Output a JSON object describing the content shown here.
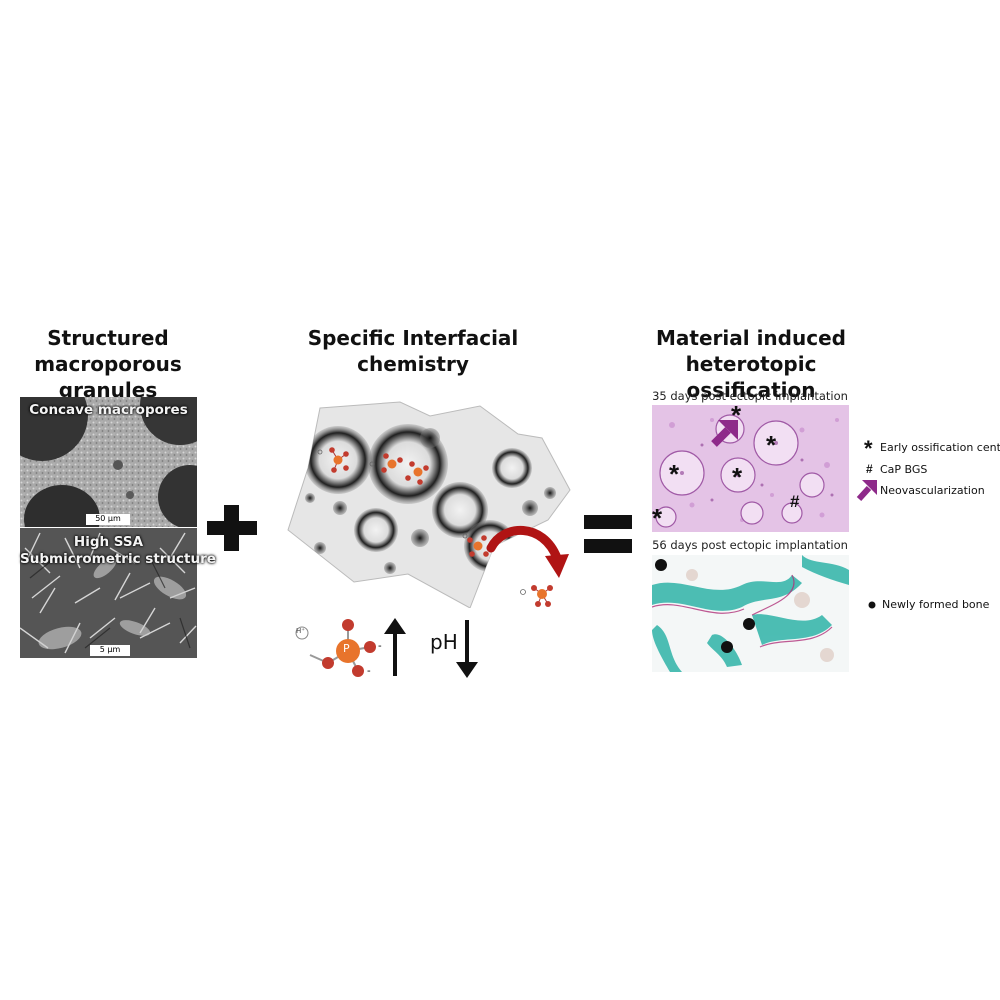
{
  "panels": {
    "left": {
      "title_line1": "Structured",
      "title_line2": "macroporous granules",
      "top_label": "Concave macropores",
      "top_scale": "50 µm",
      "bottom_label_line1": "High SSA",
      "bottom_label_line2": "Submicrometric structure",
      "bottom_scale": "5 µm"
    },
    "middle": {
      "title_line1": "Specific Interfacial",
      "title_line2": "chemistry",
      "ph_label": "pH",
      "h_plus": "H⁺",
      "minus_sign": "-",
      "p_label": "P"
    },
    "right": {
      "title_line1": "Material induced",
      "title_line2": "heterotopic ossification",
      "caption_35": "35 days post ectopic implantation",
      "caption_56": "56 days post ectopic implantation",
      "legend": {
        "asterisk_symbol": "*",
        "asterisk_text": "Early ossification centers",
        "hash_symbol": "#",
        "hash_text": "CaP BGS",
        "arrow_text": "Neovascularization",
        "dot_text": "Newly formed bone"
      }
    },
    "operators": {
      "plus": "plus",
      "equals": "equals"
    }
  },
  "colors": {
    "phosphorus": "#e8742c",
    "oxygen": "#c23b2e",
    "he_stain": "#d9a6d8",
    "neovascularization_arrow": "#8e2a8a",
    "bone_stain": "#2fb3a8"
  }
}
